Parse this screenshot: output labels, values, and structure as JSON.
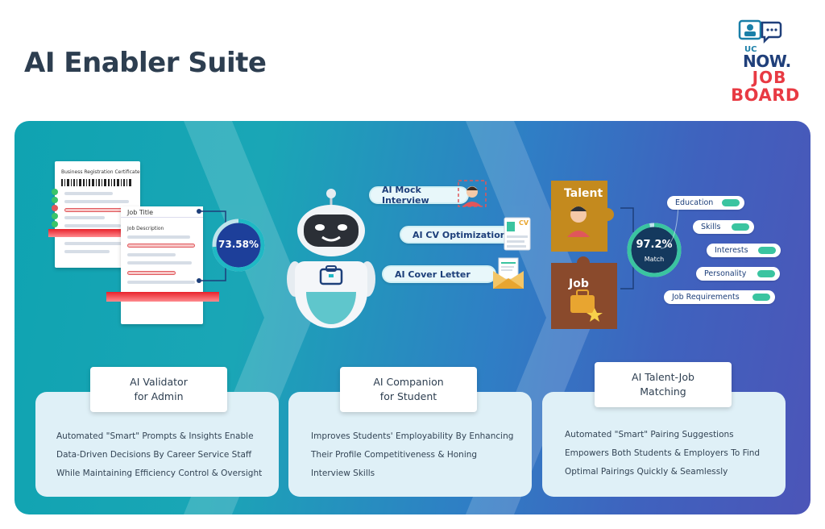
{
  "header": {
    "title": "AI Enabler Suite"
  },
  "logo": {
    "uc": "UC",
    "now": "NOW.",
    "job": "JOB",
    "board": "BOARD"
  },
  "colors": {
    "title": "#2d3e50",
    "panel_start": "#0fa3b1",
    "panel_end": "#4c55b8",
    "accent_red": "#e83a43",
    "navy": "#1d3f7a",
    "match_green": "#3ac4a0"
  },
  "validator": {
    "doc1_title": "Business Registration Certificate",
    "doc2_title": "Job Title",
    "doc2_subtitle": "Job Description",
    "score": "73.58%"
  },
  "companion": {
    "features": [
      "AI Mock Interview",
      "AI CV Optimization",
      "AI Cover Letter"
    ],
    "cv_badge": "CV"
  },
  "matching": {
    "talent_label": "Talent",
    "job_label": "Job",
    "score": "97.2%",
    "score_caption": "Match",
    "criteria": [
      "Education",
      "Skills",
      "Interests",
      "Personality",
      "Job Requirements"
    ]
  },
  "cards": [
    {
      "title": "AI Validator\nfor Admin",
      "lines": [
        "Automated \"Smart\" Prompts & Insights Enable",
        "Data-Driven Decisions By Career Service Staff",
        "While Maintaining Efficiency Control & Oversight"
      ]
    },
    {
      "title": "AI Companion\nfor Student",
      "lines": [
        "Improves Students' Employability By Enhancing",
        "Their Profile Competitiveness & Honing",
        "Interview Skills"
      ]
    },
    {
      "title": "AI Talent-Job\nMatching",
      "lines": [
        "Automated \"Smart\" Pairing Suggestions",
        "Empowers Both Students & Employers To Find",
        "Optimal Pairings Quickly & Seamlessly"
      ]
    }
  ]
}
